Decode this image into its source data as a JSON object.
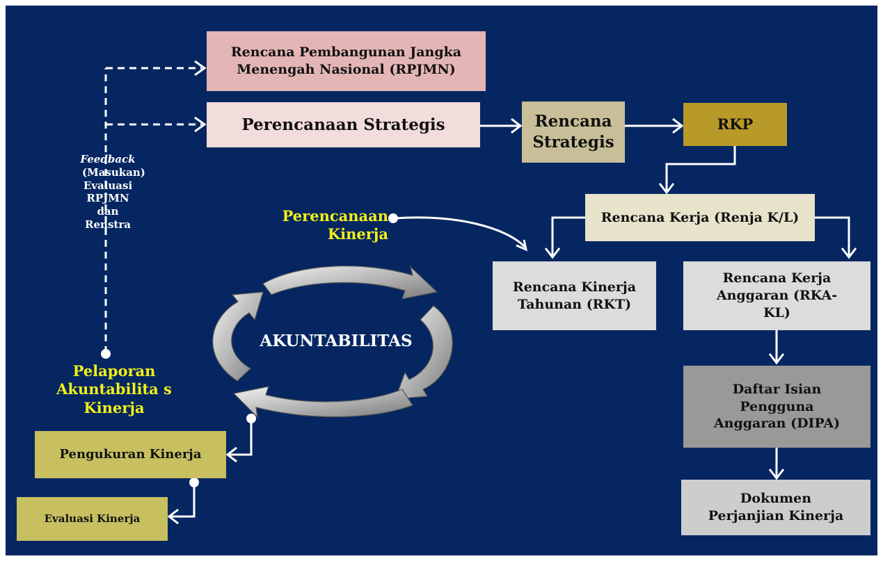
{
  "boxes": {
    "rpjmn": "Rencana Pembangunan Jangka Menengah Nasional (RPJMN)",
    "perencanaan_strategis": "Perencanaan Strategis",
    "rencana_strategis": "Rencana Strategis",
    "rkp": "RKP",
    "renja": "Rencana Kerja (Renja K/L)",
    "rkt": "Rencana Kinerja Tahunan (RKT)",
    "rka": "Rencana Kerja Anggaran (RKA-KL)",
    "dipa": "Daftar Isian Pengguna Anggaran (DIPA)",
    "perjanjian": "Dokumen Perjanjian Kinerja",
    "pengukuran": "Pengukuran Kinerja",
    "evaluasi": "Evaluasi Kinerja"
  },
  "labels": {
    "feedback_italic": "Feedback",
    "feedback_rest": "(Masukan) Evaluasi RPJMN dan Renstra",
    "perencanaan_kinerja": "Perencanaan Kinerja",
    "pelaporan": "Pelaporan Akuntabilita s Kinerja",
    "center": "AKUNTABILITAS"
  },
  "colors": {
    "background": "#052661",
    "rpjmn": "#e4b5b5",
    "perencanaan_strategis": "#f3dcdc",
    "rencana_strategis": "#c8bf98",
    "rkp": "#b89a28",
    "renja": "#e8e3cb",
    "light_gray": "#dcdcdc",
    "dipa": "#999999",
    "olive": "#c7bf60",
    "yellow_text": "#f3f018"
  }
}
